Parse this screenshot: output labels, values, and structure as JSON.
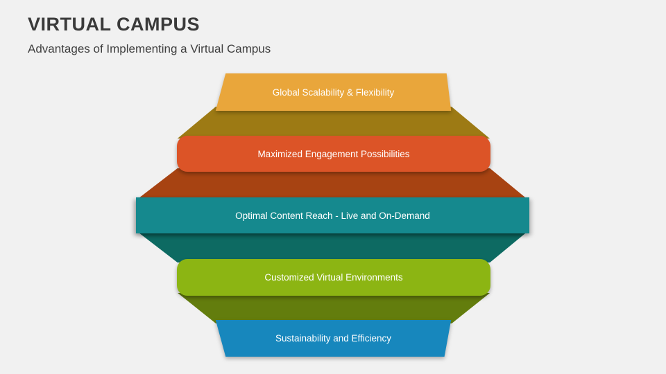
{
  "slide": {
    "title": "VIRTUAL CAMPUS",
    "subtitle": "Advantages of Implementing a Virtual Campus"
  },
  "diagram": {
    "bands": [
      {
        "label": "Global Scalability & Flexibility",
        "shape": "trapezoid",
        "color": "#E9A63B",
        "fold_color": "#9D7A14"
      },
      {
        "label": "Maximized Engagement Possibilities",
        "shape": "rounded-rectangle",
        "color": "#DC5427",
        "fold_color": "#A74312"
      },
      {
        "label": "Optimal Content Reach - Live and On-Demand",
        "shape": "rectangle",
        "color": "#15898E",
        "fold_color": "#0D6A62"
      },
      {
        "label": "Customized Virtual Environments",
        "shape": "rounded-rectangle",
        "color": "#8CB513",
        "fold_color": "#637D0D"
      },
      {
        "label": "Sustainability and Efficiency",
        "shape": "trapezoid",
        "color": "#1787BD"
      }
    ],
    "text_color": "#FFFFFF",
    "background_color": "#F1F1F1"
  }
}
